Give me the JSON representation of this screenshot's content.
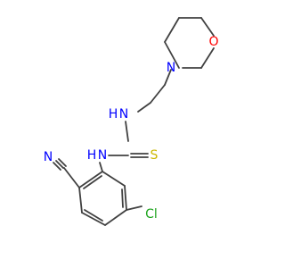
{
  "molecule": {
    "atoms": {
      "O": {
        "text": "O",
        "color": "#ff0000"
      },
      "N_morpholine": {
        "text": "N",
        "color": "#0000ff"
      },
      "NH_upper": {
        "text": "N",
        "color": "#0000ff",
        "h_text": "H"
      },
      "S": {
        "text": "S",
        "color": "#ccb800"
      },
      "NH_lower": {
        "text": "N",
        "color": "#0000ff",
        "h_text": "H"
      },
      "N_nitrile": {
        "text": "N",
        "color": "#0000ff"
      },
      "Cl": {
        "text": "Cl",
        "color": "#1ca31c"
      }
    },
    "bond_color": "#404040"
  }
}
